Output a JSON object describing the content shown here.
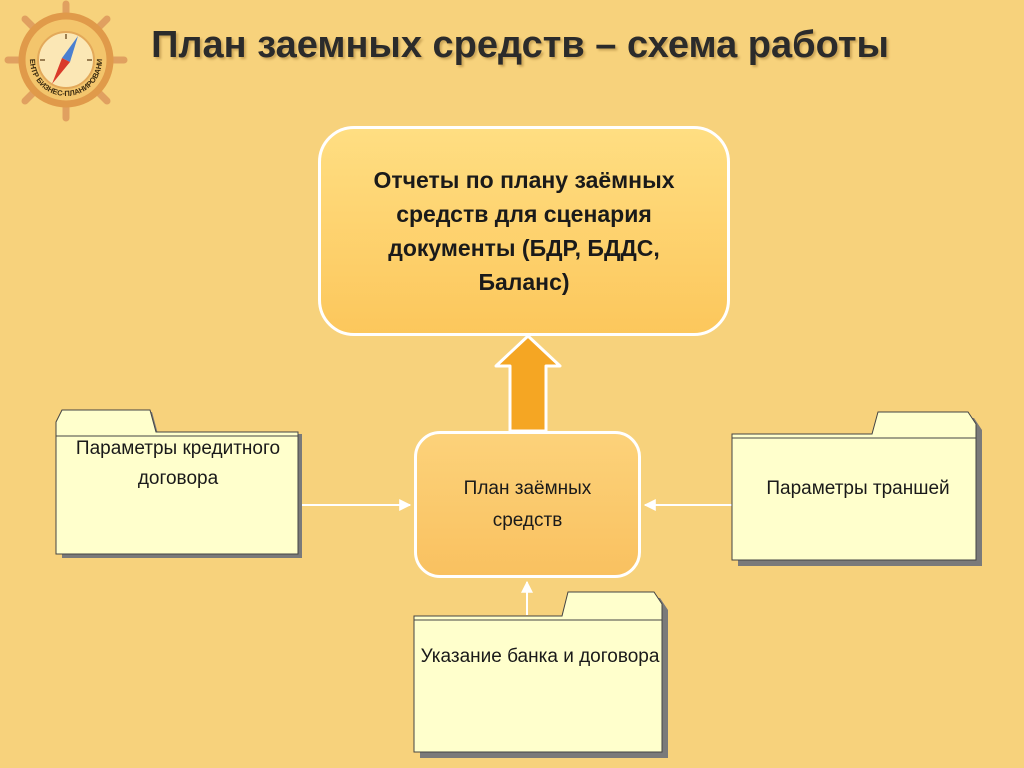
{
  "title": "План заемных средств – схема работы",
  "logo": {
    "ring_text": "ЦЕНТР БИЗНЕС-ПЛАНИРОВАНИЯ"
  },
  "nodes": {
    "reports": "Отчеты по плану заёмных средств для сценария документы (БДР, БДДС, Баланс)",
    "plan": "План заёмных средств",
    "credit_params": "Параметры кредитного договора",
    "tranche_params": "Параметры траншей",
    "bank_contract": "Указание банка и договора"
  },
  "colors": {
    "background": "#f7d27c",
    "box_fill": "#fcc75c",
    "folder_fill": "#ffffcc",
    "arrow": "#f5a623",
    "border": "#ffffff"
  }
}
